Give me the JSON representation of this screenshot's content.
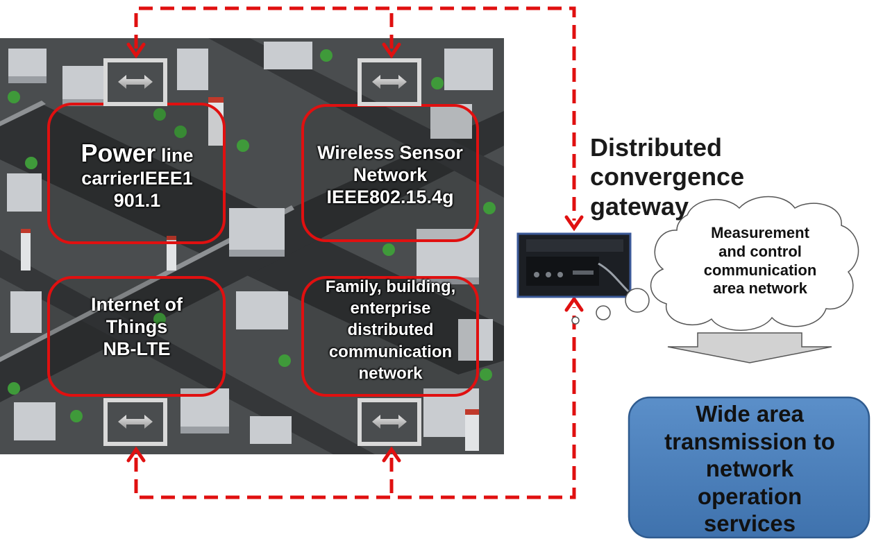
{
  "zones": [
    {
      "line1_big": "Power",
      "line1_small": " line",
      "line2": "carrierIEEE1",
      "line3": "901.1"
    },
    {
      "line1": "Wireless Sensor",
      "line2": "Network",
      "line3": "IEEE802.15.4g"
    },
    {
      "line1": "Internet of",
      "line2": "Things",
      "line3": "NB-LTE"
    },
    {
      "line1": "Family, building,",
      "line2": "enterprise",
      "line3": "distributed",
      "line4": "communication",
      "line5": "network"
    }
  ],
  "gateway": {
    "line1": "Distributed",
    "line2": "convergence",
    "line3": "gateway"
  },
  "cloud": {
    "line1": "Measurement",
    "line2": "and control",
    "line3": "communication",
    "line4": "area network"
  },
  "wan": {
    "line1": "Wide area",
    "line2": "transmission to",
    "line3": "network",
    "line4": "operation",
    "line5": "services"
  },
  "colors": {
    "accent_red": "#e01010",
    "city_bg": "#4a4d4f",
    "road": "#2e3032",
    "wan_box": "#4f81bd",
    "connector": "#d9d9d9"
  },
  "icons": [
    "double-arrow-icon",
    "gateway-device-image",
    "cloud-shape",
    "down-arrow-icon"
  ]
}
